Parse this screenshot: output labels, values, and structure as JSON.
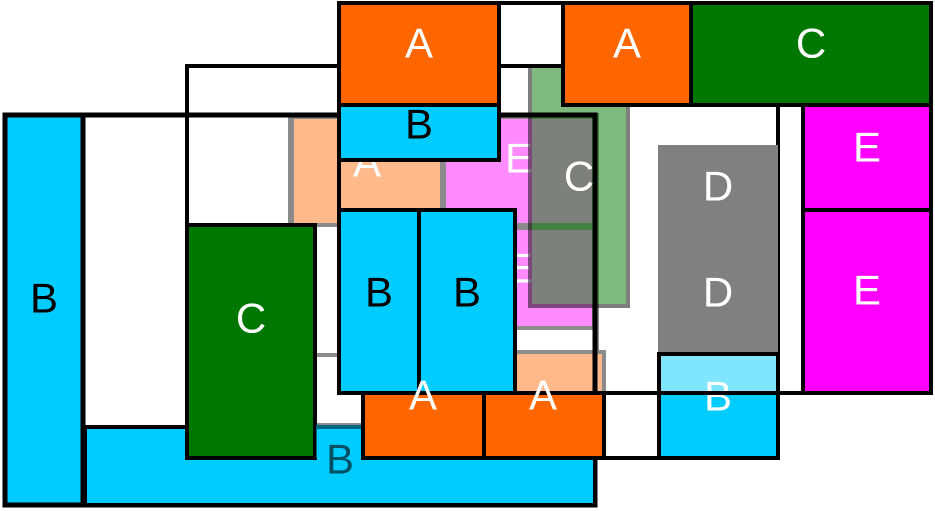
{
  "diagram": {
    "colors": {
      "orange": "#ff6600",
      "blue": "#00ccff",
      "green": "#007700",
      "magenta": "#ff00ff",
      "gray": "#808080",
      "outline": "#000000",
      "text": "#ffffff"
    },
    "tile_labels": {
      "back_orange_left": "A",
      "back_magenta_top": "E",
      "back_magenta_mid": "E",
      "back_orange_bottom": "A",
      "back_blue_bottom": "B",
      "mid_green": "C",
      "mid_gray_top": "D",
      "mid_gray_bottom": "D",
      "mid_blue_bottom": "B",
      "front_blue_tall": "B",
      "front_green": "C",
      "front_blue_bottom": "B",
      "top_orange_1": "A",
      "top_orange_2": "A",
      "top_green_wide": "C",
      "top_blue_small": "B",
      "front_blue_1": "B",
      "front_blue_2": "B",
      "bottom_orange_1": "A",
      "bottom_orange_2": "A",
      "right_magenta_top": "E",
      "right_magenta_bottom": "E"
    }
  }
}
